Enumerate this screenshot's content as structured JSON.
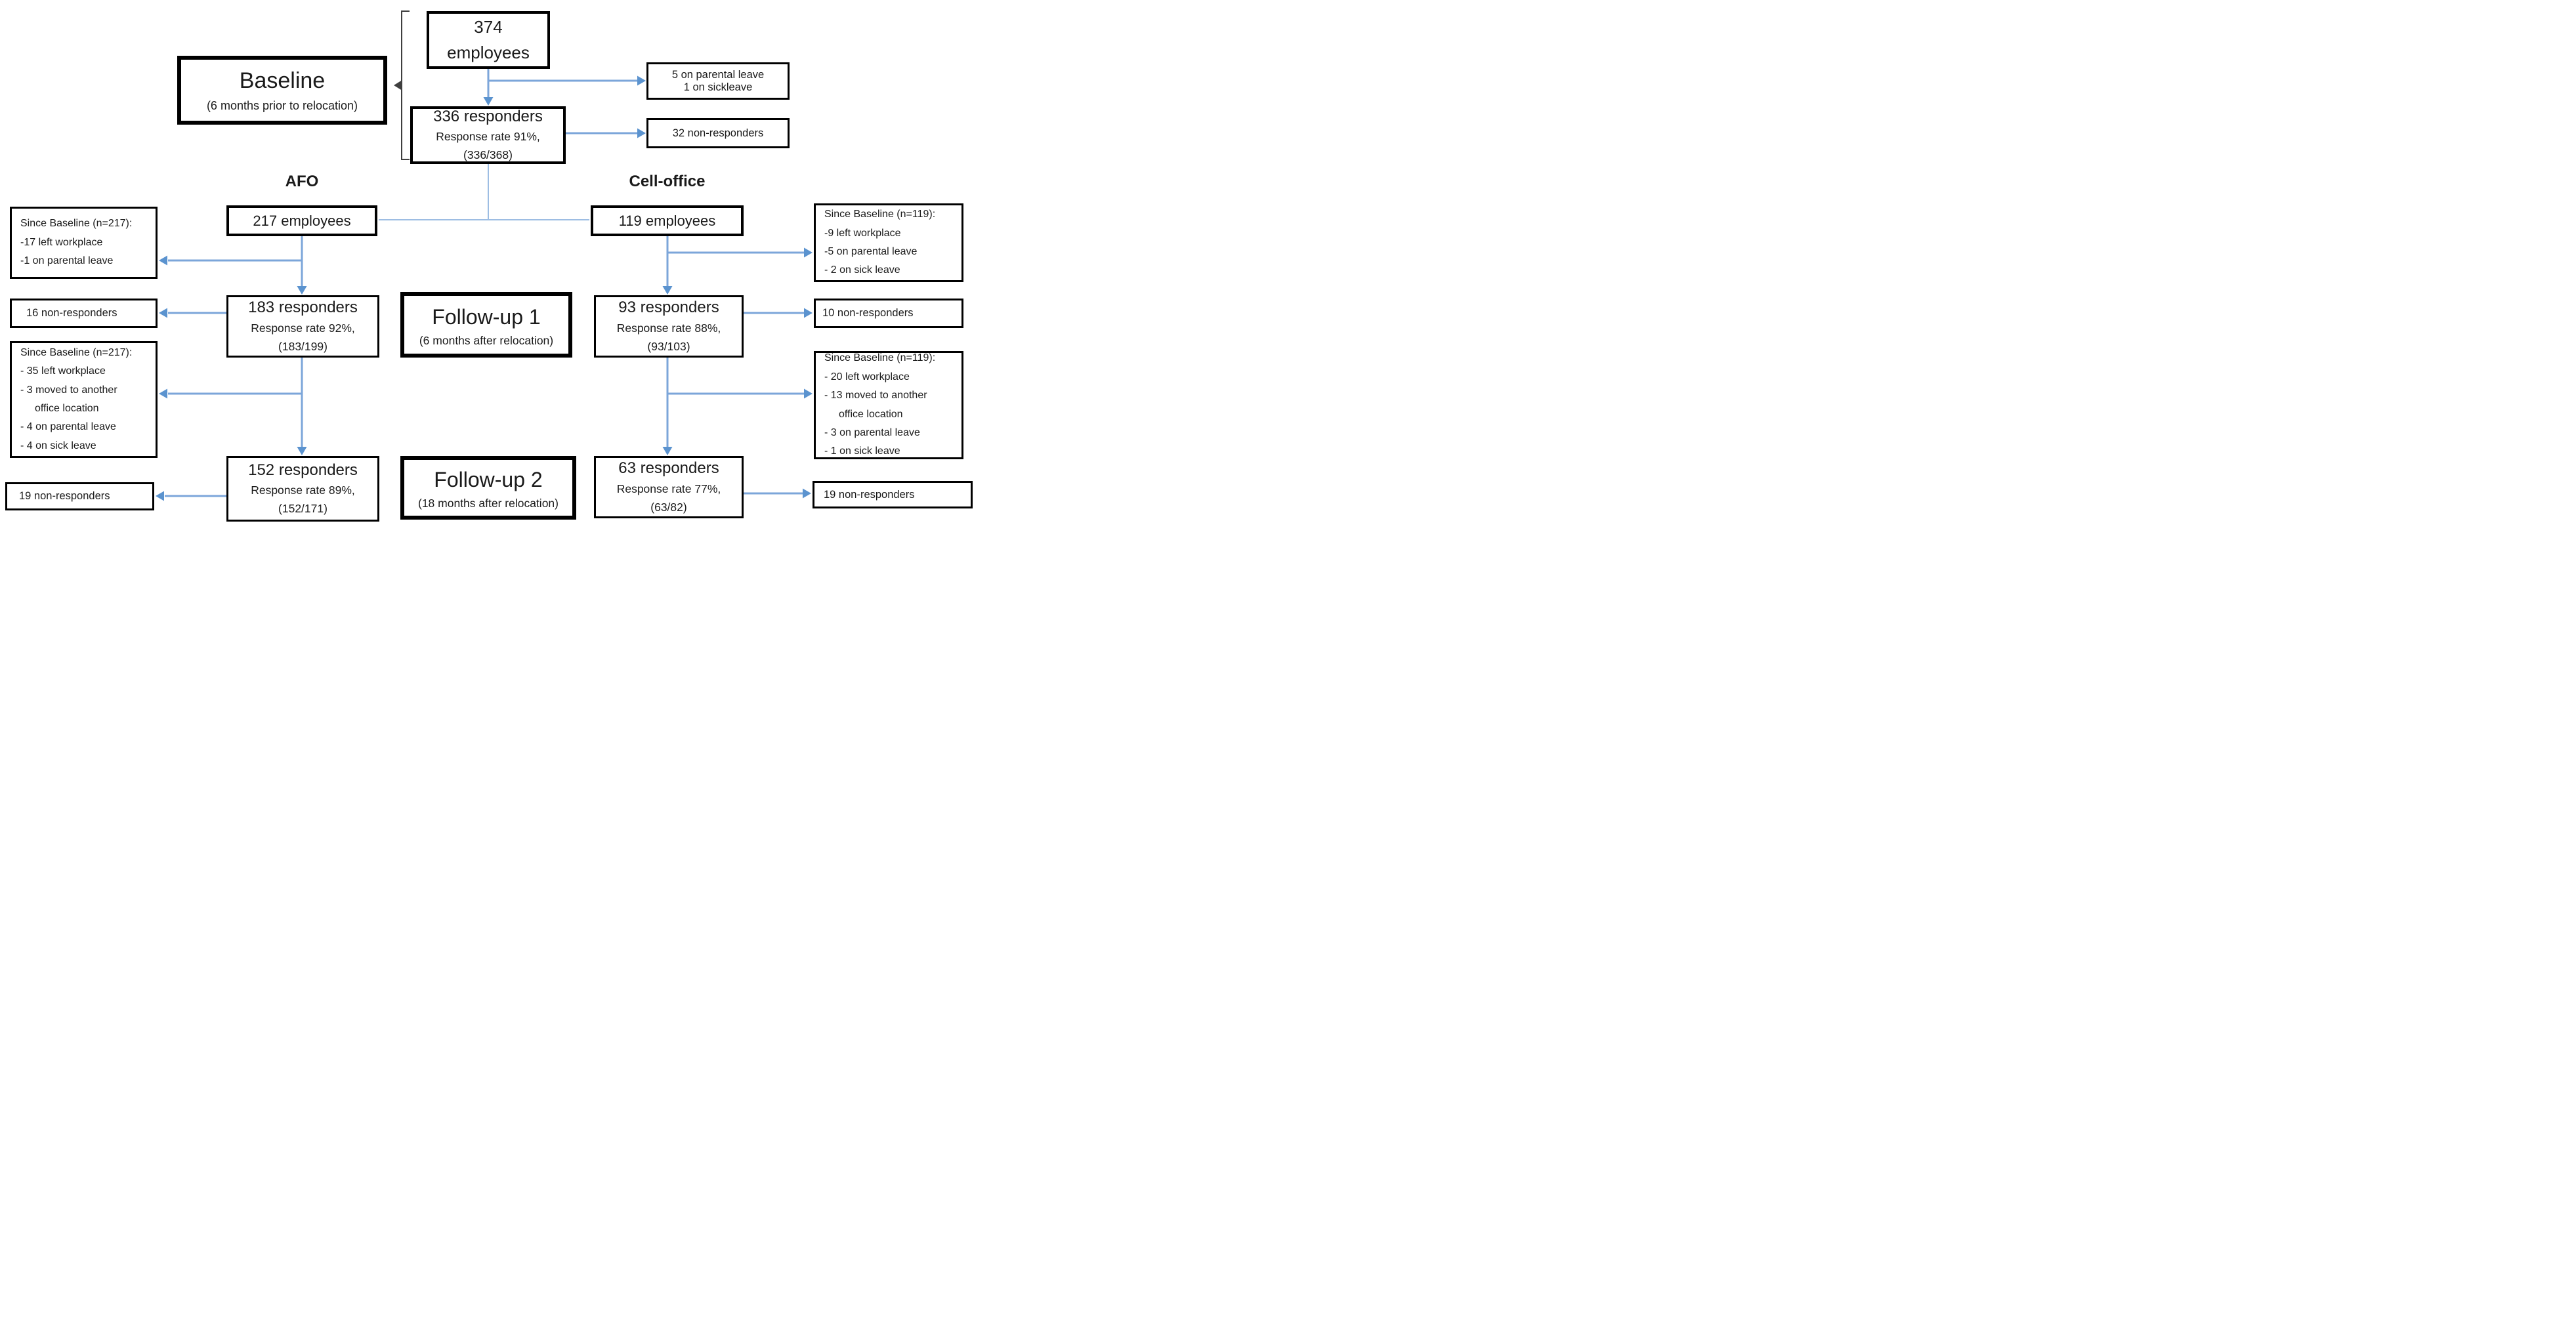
{
  "colors": {
    "arrow_blue": "#7ca6da",
    "arrow_head": "#5b93cf",
    "connector_blue": "#9dbde3",
    "bracket_gray": "#3f3f3f",
    "box_border": "#000000",
    "background": "#ffffff"
  },
  "baseline": {
    "stage": {
      "title": "Baseline",
      "subtitle": "(6 months prior to relocation)"
    },
    "total_box": {
      "line1": "374",
      "line2": "employees"
    },
    "leave_box": {
      "line1": "5 on parental leave",
      "line2": "1 on sickleave"
    },
    "responders_box": {
      "line1": "336 responders",
      "line2": "Response rate 91%,",
      "line3": "(336/368)"
    },
    "nonresponders_box": "32 non-responders"
  },
  "afo": {
    "label": "AFO",
    "employees_box": "217 employees",
    "attrition1_box": {
      "title": "Since Baseline (n=217):",
      "lines": [
        "-17 left workplace",
        "-1 on parental leave"
      ]
    },
    "nonresponders1_box": "16 non-responders",
    "responders1_box": {
      "line1": "183 responders",
      "line2": "Response rate 92%,",
      "line3": "(183/199)"
    },
    "attrition2_box": {
      "title": "Since Baseline (n=217):",
      "lines": [
        "- 35 left workplace",
        "- 3 moved to another",
        "office location",
        "- 4 on parental leave",
        "- 4 on sick leave"
      ]
    },
    "responders2_box": {
      "line1": "152 responders",
      "line2": "Response rate 89%,",
      "line3": "(152/171)"
    },
    "nonresponders2_box": "19 non-responders"
  },
  "cell_office": {
    "label": "Cell-office",
    "employees_box": "119 employees",
    "attrition1_box": {
      "title": "Since Baseline (n=119):",
      "lines": [
        "-9 left workplace",
        "-5 on parental leave",
        "- 2 on sick leave"
      ]
    },
    "nonresponders1_box": "10 non-responders",
    "responders1_box": {
      "line1": "93 responders",
      "line2": "Response rate 88%,",
      "line3": "(93/103)"
    },
    "attrition2_box": {
      "title": "Since Baseline (n=119):",
      "lines": [
        "- 20 left workplace",
        "- 13 moved to another",
        "office location",
        "- 3 on parental leave",
        "- 1 on sick leave"
      ]
    },
    "responders2_box": {
      "line1": "63 responders",
      "line2": "Response rate 77%,",
      "line3": "(63/82)"
    },
    "nonresponders2_box": "19 non-responders"
  },
  "followup1": {
    "title": "Follow-up 1",
    "subtitle": "(6 months after relocation)"
  },
  "followup2": {
    "title": "Follow-up 2",
    "subtitle": "(18 months after relocation)"
  }
}
